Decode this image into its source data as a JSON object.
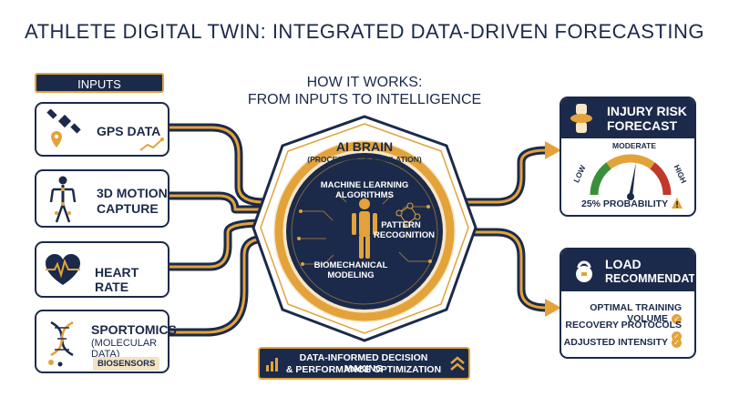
{
  "title": "ATHLETE DIGITAL TWIN: INTEGRATED DATA-DRIVEN FORECASTING",
  "how_it_works": {
    "line1": "HOW IT WORKS:",
    "line2": "FROM INPUTS TO INTELLIGENCE"
  },
  "inputs": {
    "header": "INPUTS",
    "items": [
      {
        "label": "GPS DATA",
        "icon": "satellite-icon"
      },
      {
        "label1": "3D MOTION",
        "label2": "CAPTURE",
        "icon": "skeleton-icon"
      },
      {
        "label": "HEART RATE",
        "icon": "heart-icon"
      },
      {
        "label": "SPORTOMICS",
        "sub": "(MOLECULAR DATA)",
        "badge": "BIOSENSORS",
        "icon": "dna-icon"
      }
    ]
  },
  "brain": {
    "title": "AI BRAIN",
    "subtitle": "(PROCESSING & SIMULATION)",
    "ml1": "MACHINE LEARNING",
    "ml2": "ALGORITHMS",
    "pr1": "PATTERN",
    "pr2": "RECOGNITION",
    "bio1": "BIOMECHANICAL",
    "bio2": "MODELING"
  },
  "bottom": {
    "line1": "DATA-INFORMED DECISION MAKING",
    "line2": "& PERFORMANCE OPTIMIZATION"
  },
  "injury": {
    "title1": "INJURY RISK",
    "title2": "FORECAST",
    "low": "LOW",
    "moderate": "MODERATE",
    "high": "HIGH",
    "probability": "25% PROBABILITY",
    "gauge_level": 0.55
  },
  "load": {
    "title1": "LOAD",
    "title2": "RECOMMENDATIONS",
    "items": [
      "OPTIMAL TRAINING VOLUME",
      "RECOVERY PROTOCOLS",
      "ADJUSTED INTENSITY"
    ]
  },
  "colors": {
    "navy": "#1b2a4a",
    "gold": "#e3a33a",
    "green": "#3a8f3a",
    "red": "#c0392b"
  }
}
